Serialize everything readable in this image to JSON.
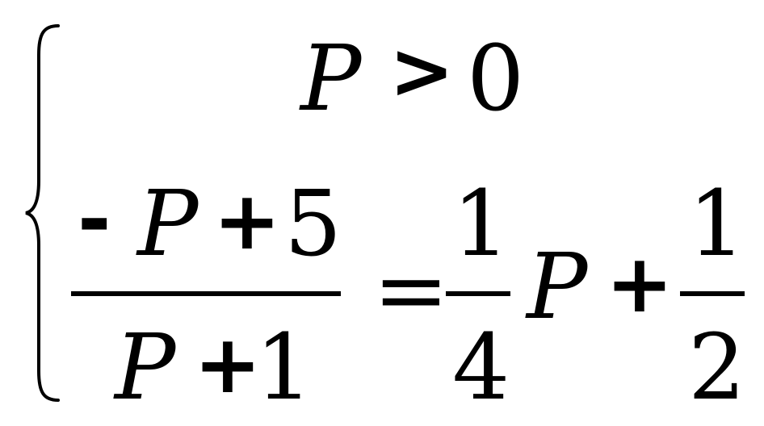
{
  "system": {
    "line1": {
      "var": "P",
      "op": ">",
      "rhs": "0"
    },
    "line2": {
      "lhs_num_minus": "-",
      "lhs_num_var": "P",
      "lhs_num_plus": "+",
      "lhs_num_const": "5",
      "lhs_den_var": "P",
      "lhs_den_plus": "+",
      "lhs_den_const": "1",
      "equals": "=",
      "frac1_num": "1",
      "frac1_den": "4",
      "var": "P",
      "plus": "+",
      "frac2_num": "1",
      "frac2_den": "2"
    }
  }
}
